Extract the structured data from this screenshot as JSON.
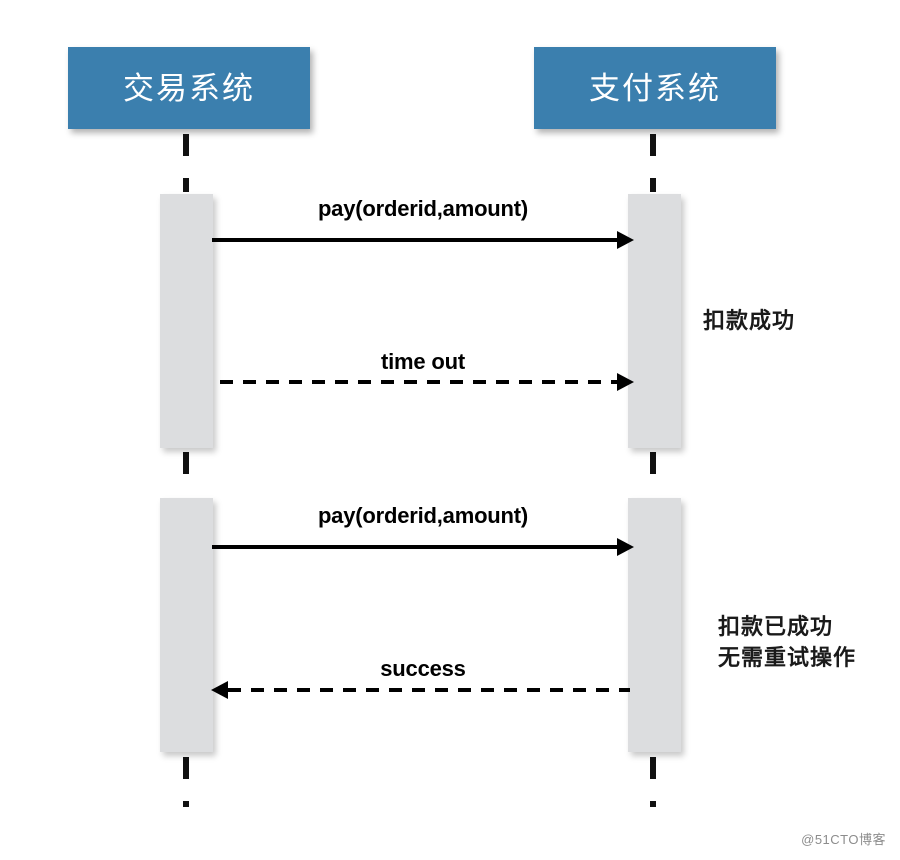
{
  "diagram": {
    "type": "sequence-diagram",
    "accent_color": "#3b7fae",
    "activation_color": "#dcdddf",
    "line_color": "#000000",
    "background": "#ffffff"
  },
  "participants": [
    {
      "id": "trade",
      "label": "交易系统"
    },
    {
      "id": "payment",
      "label": "支付系统"
    }
  ],
  "messages": [
    {
      "id": "m1",
      "label": "pay(orderid,amount)",
      "style": "solid",
      "direction": "right",
      "from": "trade",
      "to": "payment"
    },
    {
      "id": "m2",
      "label": "time out",
      "style": "dashed",
      "direction": "right",
      "from": "trade",
      "to": "payment"
    },
    {
      "id": "m3",
      "label": "pay(orderid,amount)",
      "style": "solid",
      "direction": "right",
      "from": "trade",
      "to": "payment"
    },
    {
      "id": "m4",
      "label": "success",
      "style": "dashed",
      "direction": "left",
      "from": "payment",
      "to": "trade"
    }
  ],
  "notes": [
    {
      "id": "n1",
      "line1": "扣款成功",
      "line2": ""
    },
    {
      "id": "n2",
      "line1": "扣款已成功",
      "line2": "无需重试操作"
    }
  ],
  "watermark": "@51CTO博客"
}
